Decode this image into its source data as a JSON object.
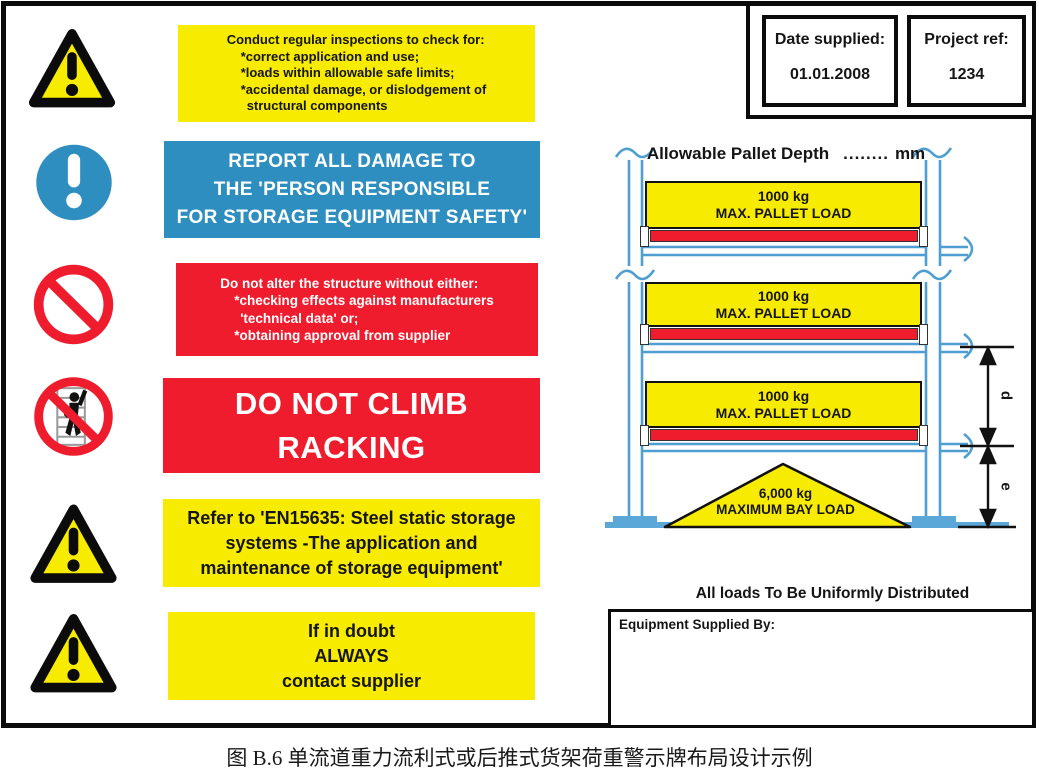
{
  "figure": {
    "caption": "图 B.6  单流道重力流利式或后推式货架荷重警示牌布局设计示例"
  },
  "header": {
    "date_supplied": {
      "label": "Date supplied:",
      "value": "01.01.2008"
    },
    "project_ref": {
      "label": "Project ref:",
      "value": "1234"
    }
  },
  "icons": [
    {
      "name": "warning-triangle-icon"
    },
    {
      "name": "mandatory-attention-icon"
    },
    {
      "name": "prohibition-icon"
    },
    {
      "name": "no-climbing-icon"
    },
    {
      "name": "warning-triangle-icon"
    },
    {
      "name": "warning-triangle-icon"
    }
  ],
  "messages": {
    "inspections": {
      "lines": [
        "Conduct regular inspections to check for:",
        "*correct application and use;",
        "*loads within allowable safe limits;",
        "*accidental damage, or dislodgement of",
        "structural components"
      ]
    },
    "report_damage": {
      "lines": [
        "REPORT ALL DAMAGE TO",
        "THE 'PERSON RESPONSIBLE",
        "FOR STORAGE EQUIPMENT SAFETY'"
      ]
    },
    "no_alteration": {
      "lines": [
        "Do not alter the structure without either:",
        "*checking effects against manufacturers",
        "'technical data' or;",
        "*obtaining approval from supplier"
      ]
    },
    "do_not_climb": {
      "lines": [
        "DO NOT CLIMB",
        "RACKING"
      ]
    },
    "en15635": {
      "lines": [
        "Refer to 'EN15635: Steel static storage",
        "systems -The application and",
        "maintenance of storage equipment'"
      ]
    },
    "contact_supplier": {
      "lines": [
        "If in doubt",
        "ALWAYS",
        "contact supplier"
      ]
    }
  },
  "rack": {
    "depth_label": "Allowable Pallet Depth",
    "depth_dots": "........",
    "depth_unit": "mm",
    "levels": [
      {
        "load": "1000 kg",
        "text": "MAX. PALLET LOAD"
      },
      {
        "load": "1000 kg",
        "text": "MAX. PALLET LOAD"
      },
      {
        "load": "1000 kg",
        "text": "MAX. PALLET LOAD"
      }
    ],
    "bay": {
      "load": "6,000 kg",
      "text": "MAXIMUM BAY LOAD"
    },
    "dim_d": "d",
    "dim_e": "e",
    "note": "All loads To Be Uniformly Distributed"
  },
  "supplier": {
    "label": "Equipment Supplied By:"
  },
  "colors": {
    "yellow": "#f7eb00",
    "signal_blue": "#2e8ebf",
    "signal_red": "#ee1c2d",
    "rack_line_blue": "#4f9ed2",
    "floor_blue": "#5aa7d8",
    "ink": "#151515"
  }
}
